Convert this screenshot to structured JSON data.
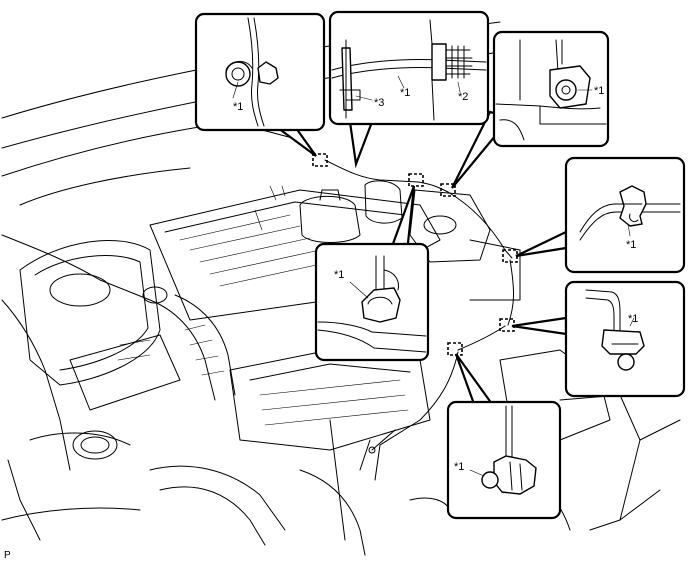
{
  "figure": {
    "code": "P",
    "callouts": [
      {
        "id": "top-left",
        "labels": [
          "*1"
        ]
      },
      {
        "id": "top-center",
        "labels": [
          "*1",
          "*2",
          "*3"
        ]
      },
      {
        "id": "top-right",
        "labels": [
          "*1"
        ]
      },
      {
        "id": "middle-right",
        "labels": [
          "*1"
        ]
      },
      {
        "id": "center",
        "labels": [
          "*1"
        ]
      },
      {
        "id": "lower-right",
        "labels": [
          "*1"
        ]
      },
      {
        "id": "bottom",
        "labels": [
          "*1"
        ]
      }
    ]
  }
}
